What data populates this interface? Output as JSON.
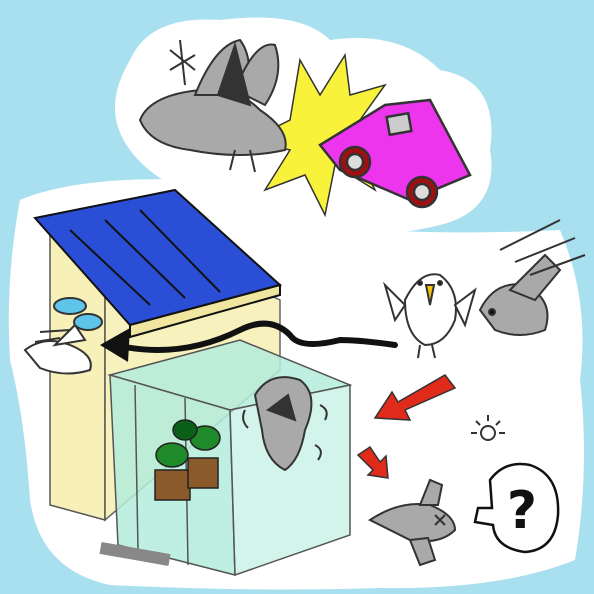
{
  "colors": {
    "sky_background": "#a9e0f0",
    "cloud": "#ffffff",
    "roof": "#2a4fd6",
    "house_wall": "#f7f0b8",
    "glass": "#b4ecdc",
    "car": "#ee35ee",
    "impact_flash": "#f9f23a",
    "bird_gray": "#a9a9a9",
    "warning_arrow": "#e02a1a",
    "bird_beak": "#f1c40f"
  },
  "scene": {
    "speech_bubble_glyph": "?"
  },
  "icons": [
    "bird-hit-by-car",
    "car",
    "impact-star",
    "house",
    "blue-roof",
    "glass-conservatory",
    "potted-plant",
    "startled-white-bird",
    "flying-gray-bird",
    "bird-hitting-glass",
    "fallen-dazed-bird",
    "question-bubble",
    "escaping-bird",
    "red-arrow",
    "flight-path-arrow"
  ]
}
